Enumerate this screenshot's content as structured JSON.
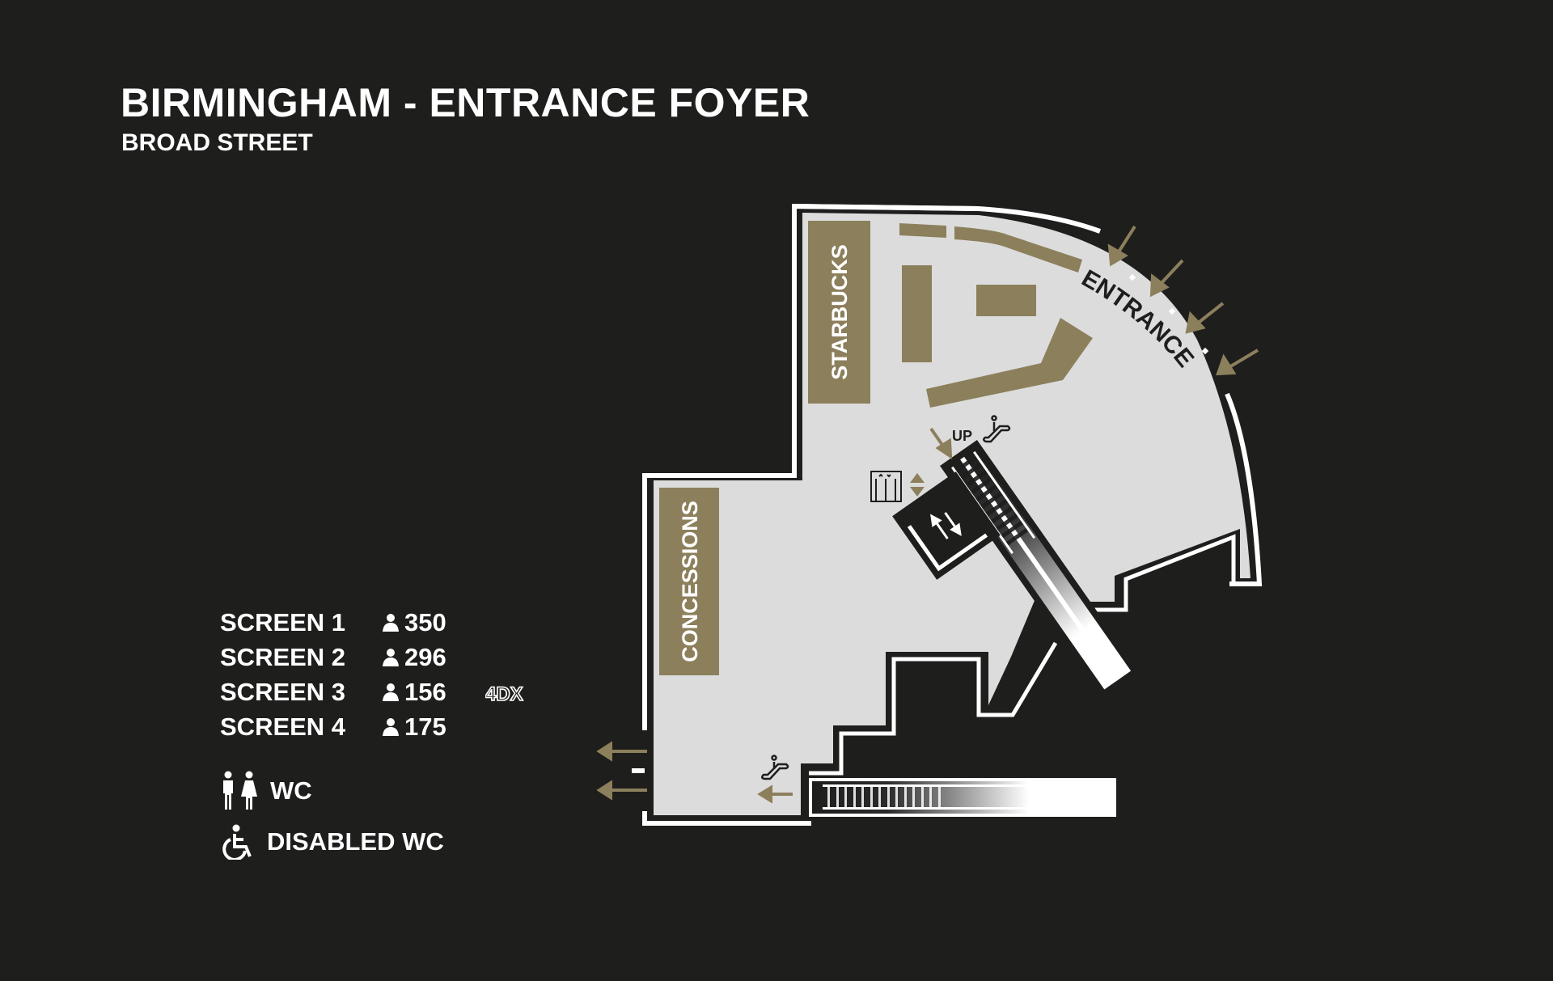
{
  "header": {
    "title": "BIRMINGHAM - ENTRANCE FOYER",
    "subtitle": "BROAD STREET"
  },
  "legend": {
    "screens": [
      {
        "name": "SCREEN 1",
        "icon": "person-icon",
        "capacity": "350",
        "badge": ""
      },
      {
        "name": "SCREEN 2",
        "icon": "person-icon",
        "capacity": "296",
        "badge": ""
      },
      {
        "name": "SCREEN 3",
        "icon": "person-icon",
        "capacity": "156",
        "badge": "4DX"
      },
      {
        "name": "SCREEN 4",
        "icon": "person-icon",
        "capacity": "175",
        "badge": ""
      }
    ],
    "facilities": [
      {
        "icon": "toilets-icon",
        "label": "WC"
      },
      {
        "icon": "wheelchair-icon",
        "label": "DISABLED WC"
      }
    ]
  },
  "map": {
    "labels": {
      "starbucks": "STARBUCKS",
      "concessions": "CONCESSIONS",
      "entrance": "ENTRANCE",
      "up": "UP"
    },
    "icons": [
      "escalator-icon",
      "elevator-icon",
      "lift-up-down-icon",
      "entrance-arrow-icon",
      "exit-arrow-icon"
    ],
    "colors": {
      "background": "#1e1e1d",
      "floor": "#dcdcdc",
      "outline": "#ffffff",
      "accent": "#8c7f5c",
      "text_dark": "#1e1e1d"
    }
  }
}
